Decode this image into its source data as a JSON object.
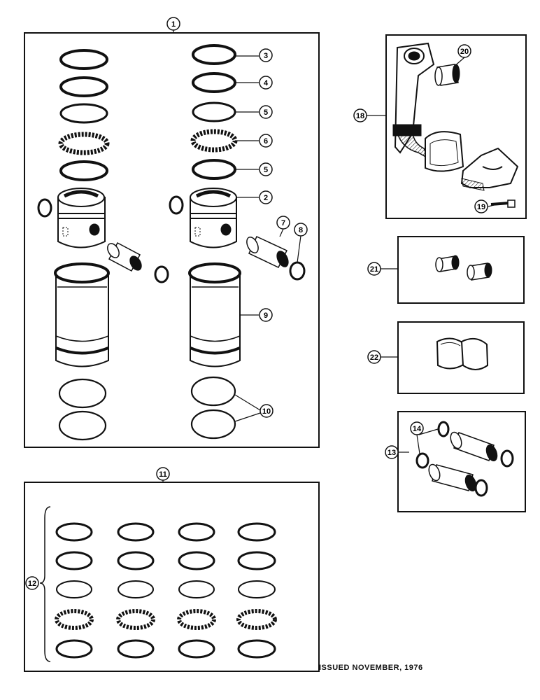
{
  "callouts": {
    "c1": "1",
    "c2": "2",
    "c3": "3",
    "c4": "4",
    "c5a": "5",
    "c5b": "5",
    "c6": "6",
    "c7": "7",
    "c8": "8",
    "c9": "9",
    "c10": "10",
    "c11": "11",
    "c12": "12",
    "c13": "13",
    "c14": "14",
    "c18": "18",
    "c19": "19",
    "c20": "20",
    "c21": "21",
    "c22": "22"
  },
  "footer": {
    "issued": "ISSUED NOVEMBER, 1976"
  },
  "colors": {
    "ink": "#111111",
    "paper": "#ffffff"
  }
}
